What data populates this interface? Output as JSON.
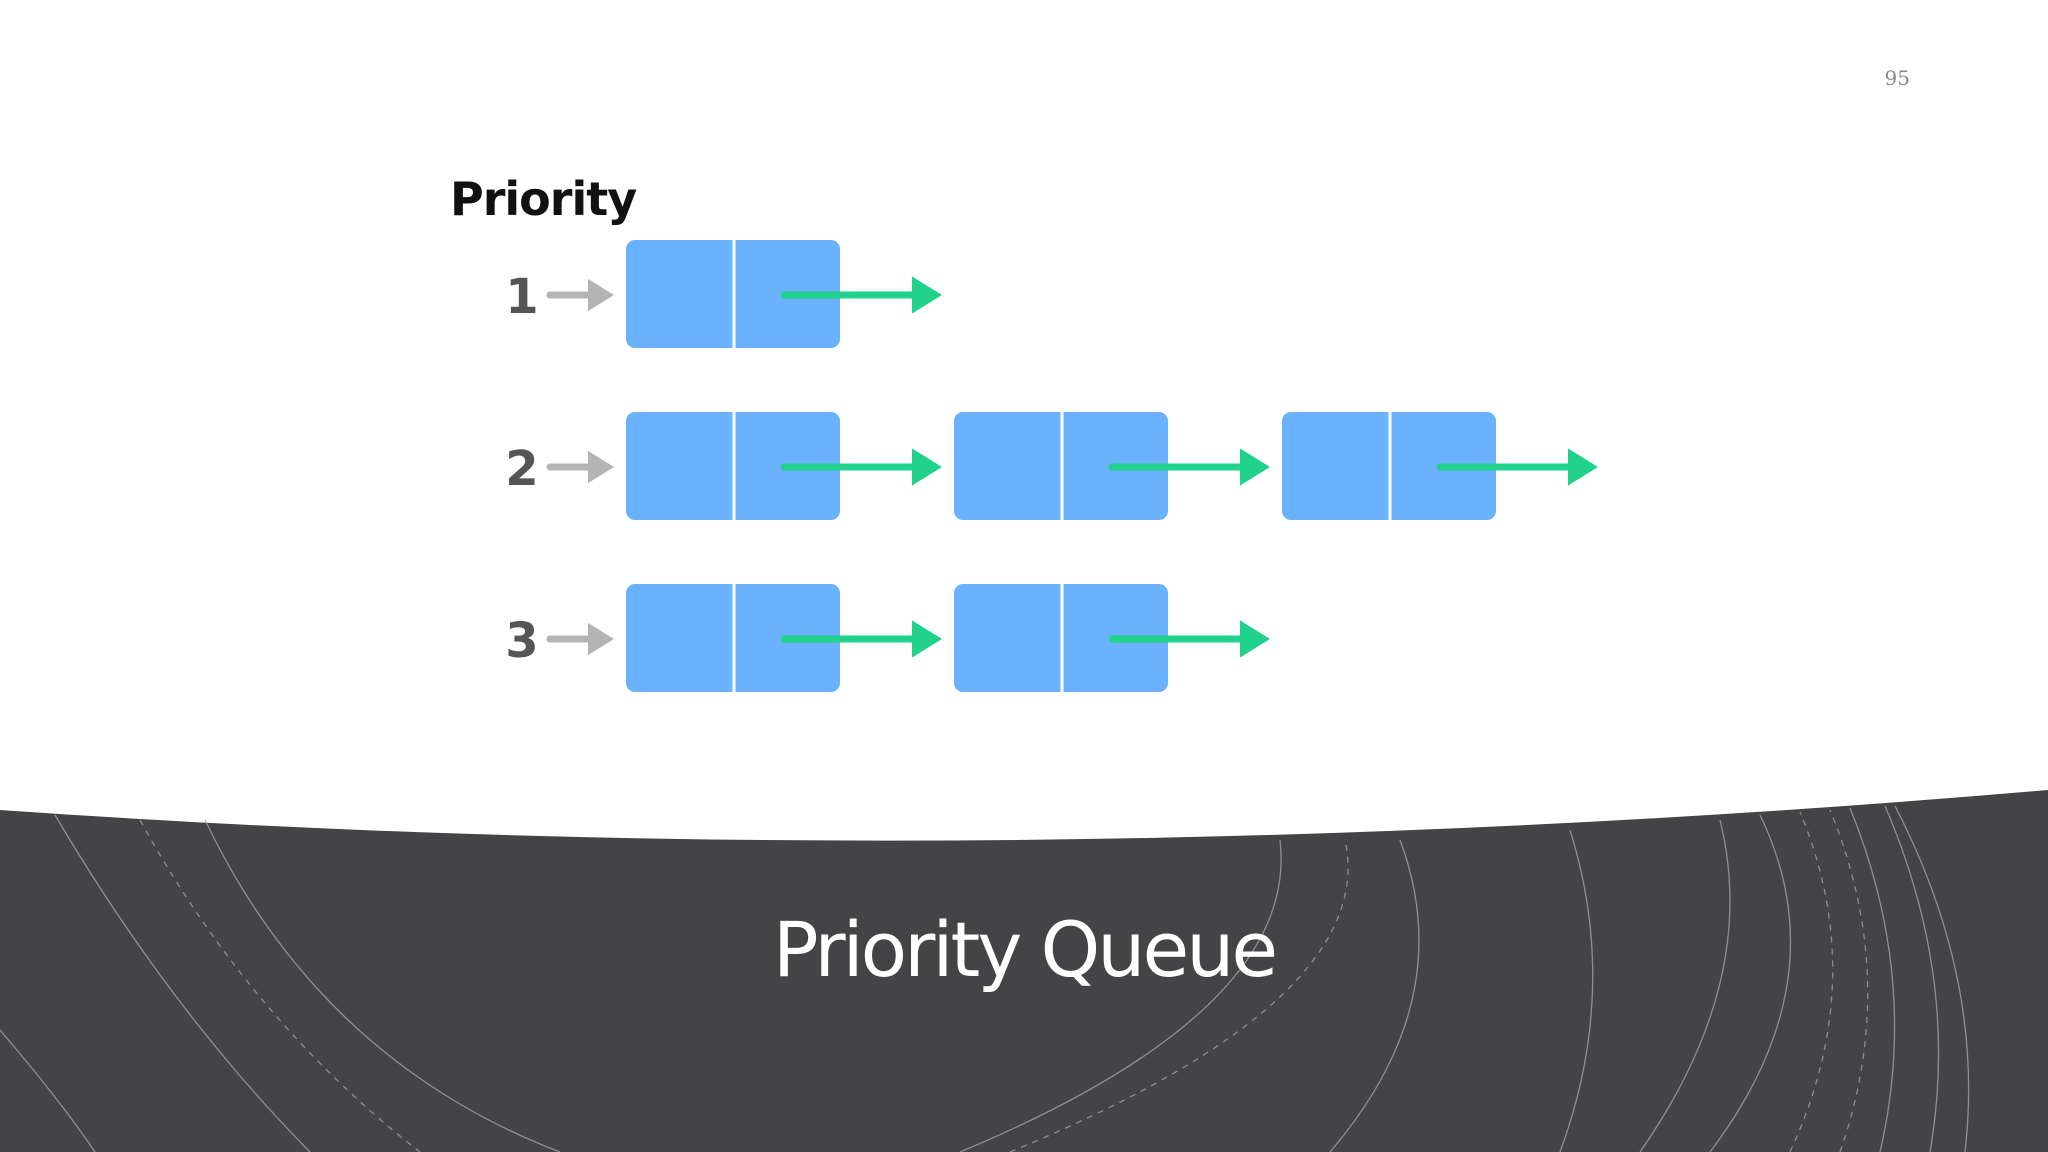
{
  "slide": {
    "page_number": "95",
    "title": "Priority Queue"
  },
  "diagram": {
    "heading": "Priority",
    "levels": [
      {
        "label": "1",
        "node_count": 1
      },
      {
        "label": "2",
        "node_count": 3
      },
      {
        "label": "3",
        "node_count": 2
      }
    ],
    "colors": {
      "node_fill": "#6ab2fc",
      "node_divider": "#ffffff",
      "link_arrow": "#21d28c",
      "priority_arrow": "#b4b4b4",
      "label": "#555555",
      "footer_band": "#444446",
      "footer_lines": "#a9a9ac"
    }
  }
}
